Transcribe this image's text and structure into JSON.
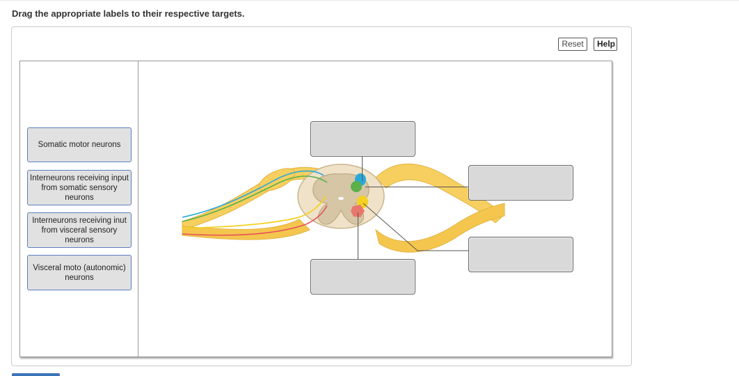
{
  "instruction": "Drag the appropriate labels to their respective targets.",
  "toolbar": {
    "reset_label": "Reset",
    "help_label": "Help"
  },
  "labels": [
    {
      "lines": [
        "Somatic motor neurons"
      ]
    },
    {
      "lines": [
        "Interneurons receiving input",
        "from somatic sensory",
        "neurons"
      ]
    },
    {
      "lines": [
        "Interneurons receiving inut",
        "from visceral sensory",
        "neurons"
      ]
    },
    {
      "lines": [
        "Visceral moto (autonomic)",
        "neurons"
      ]
    }
  ],
  "diagram": {
    "nerve_color": "#f6cf60",
    "gray_matter_color": "#d6c6a6",
    "region_colors": {
      "somatic_sensory": "#2aa9d9",
      "visceral_sensory": "#5bb04a",
      "visceral_motor": "#f5d020",
      "somatic_motor": "#e8776b"
    },
    "fiber_colors": [
      "#2aa9d9",
      "#5bb04a",
      "#f5d020",
      "#e8505b"
    ]
  }
}
